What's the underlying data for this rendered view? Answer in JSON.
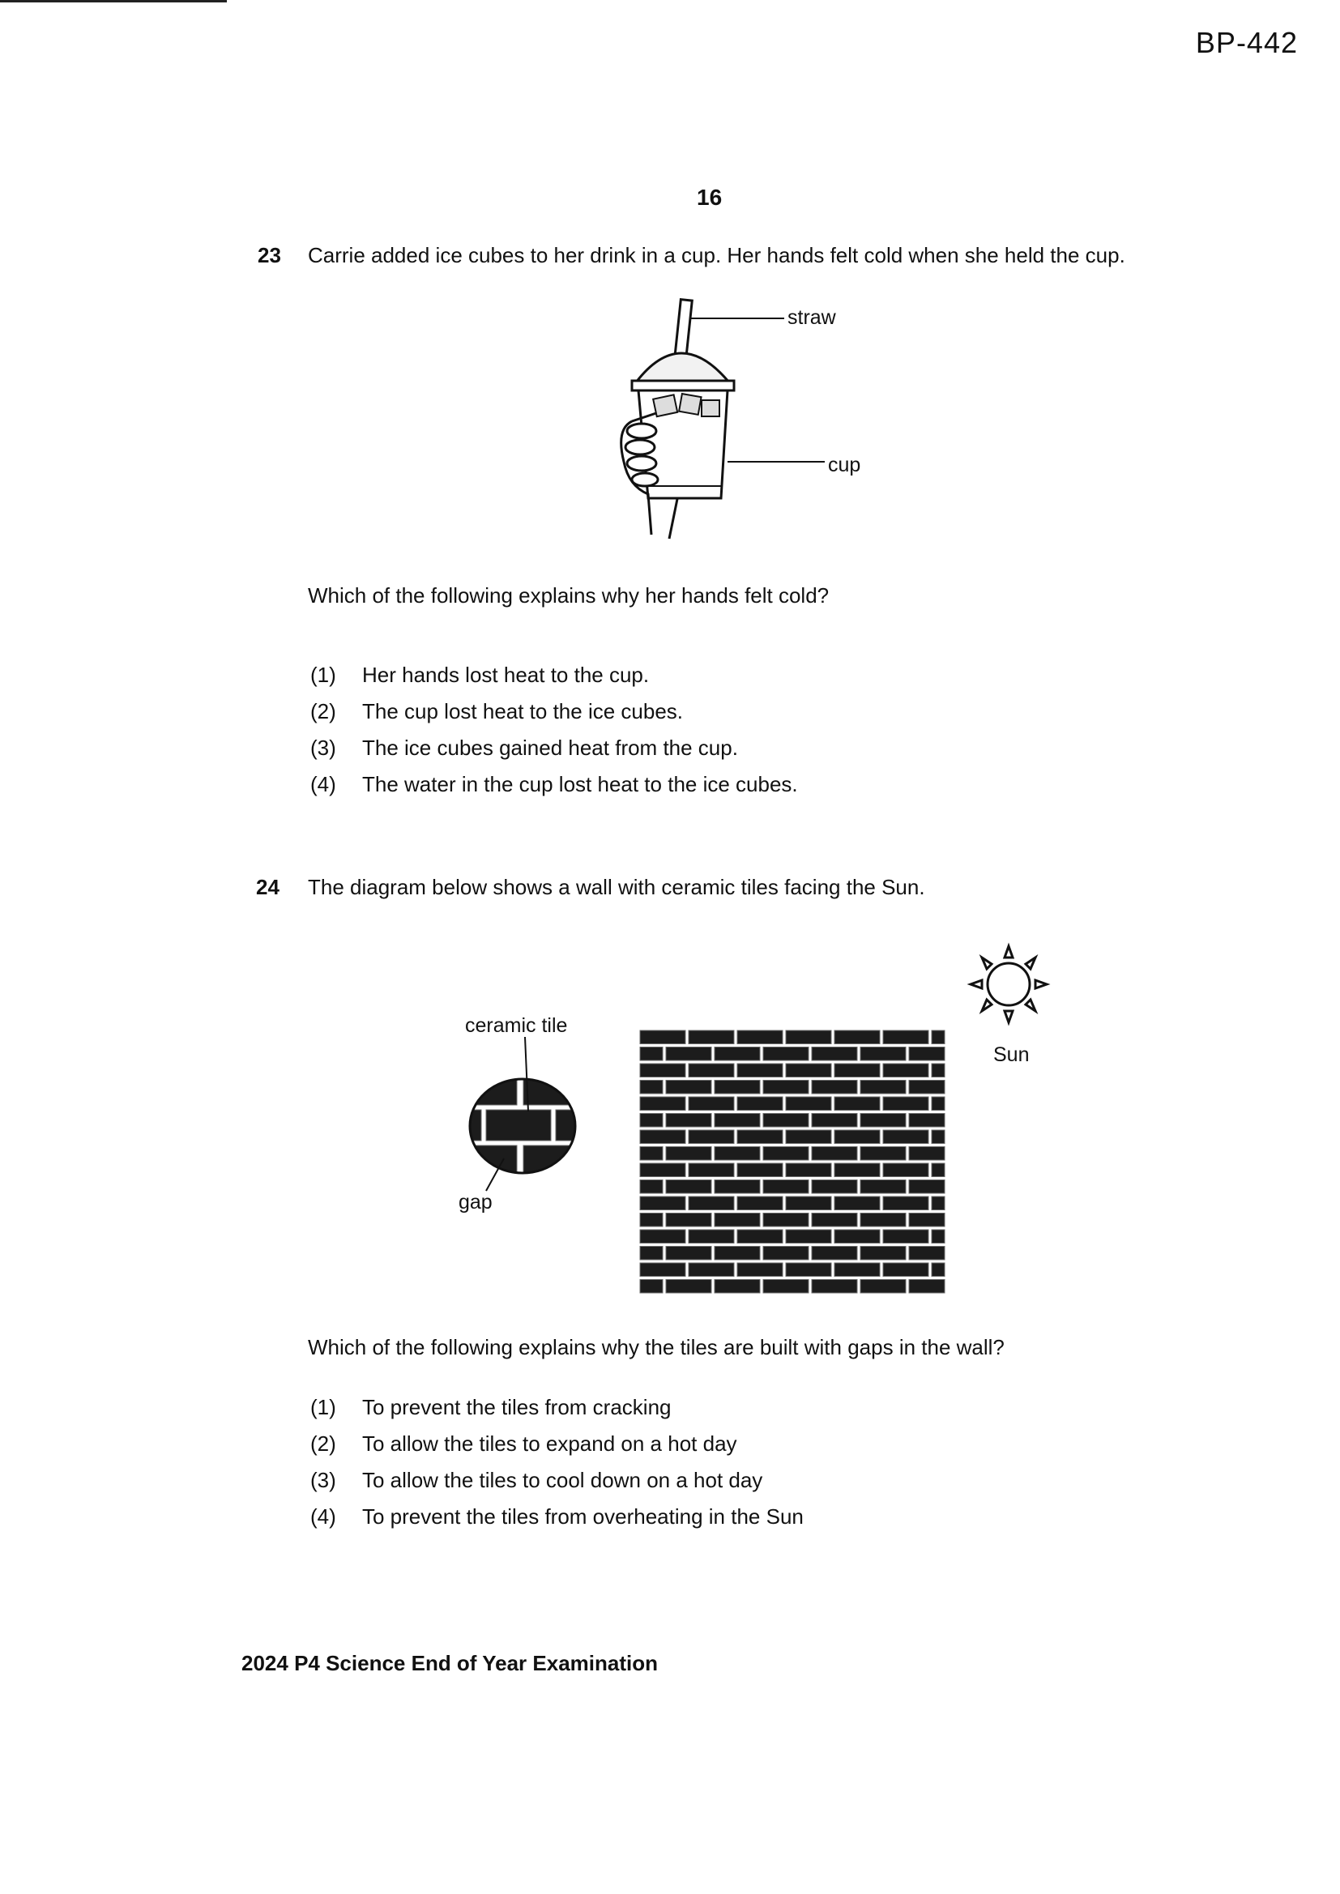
{
  "header": {
    "ref_code": "BP-442",
    "page_number": "16"
  },
  "q23": {
    "number": "23",
    "stem": "Carrie added ice cubes to her drink in a cup. Her hands felt cold when she held the cup.",
    "labels": {
      "straw": "straw",
      "cup": "cup"
    },
    "question": "Which of the following explains why her hands felt cold?",
    "options": [
      {
        "num": "(1)",
        "text": "Her hands lost heat to the cup."
      },
      {
        "num": "(2)",
        "text": "The cup lost heat to the ice cubes."
      },
      {
        "num": "(3)",
        "text": "The ice cubes gained heat from the cup."
      },
      {
        "num": "(4)",
        "text": "The water in the cup lost heat to the ice cubes."
      }
    ]
  },
  "q24": {
    "number": "24",
    "stem": "The diagram below shows a wall with ceramic tiles facing the Sun.",
    "labels": {
      "ceramic_tile": "ceramic tile",
      "gap": "gap",
      "sun": "Sun"
    },
    "question": "Which of the following explains why the tiles are built with gaps in the wall?",
    "options": [
      {
        "num": "(1)",
        "text": "To prevent the tiles from cracking"
      },
      {
        "num": "(2)",
        "text": "To allow the tiles to expand on a hot day"
      },
      {
        "num": "(3)",
        "text": "To allow the tiles to cool down on a hot day"
      },
      {
        "num": "(4)",
        "text": "To prevent the tiles from overheating in the Sun"
      }
    ]
  },
  "footer": {
    "text": "2024 P4 Science End of Year Examination"
  }
}
